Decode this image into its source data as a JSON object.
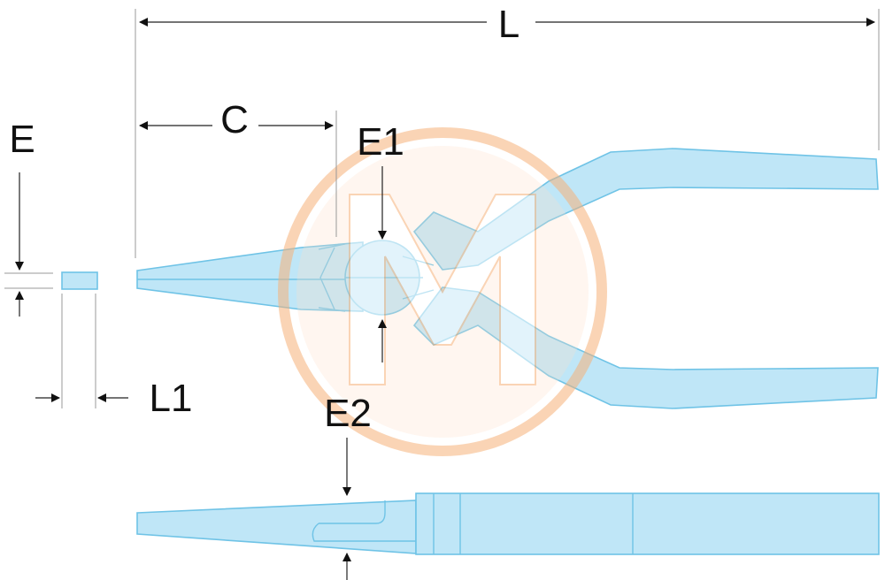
{
  "labels": {
    "length": "L",
    "jaw_length": "C",
    "tip_thickness": "E",
    "joint_thickness": "E1",
    "tip_width": "L1",
    "side_thickness": "E2"
  },
  "watermark": {
    "letter": "M"
  },
  "colors": {
    "part_fill": "#bfe6f7",
    "part_stroke": "#6fc3e6",
    "watermark": "#f6b27a"
  }
}
